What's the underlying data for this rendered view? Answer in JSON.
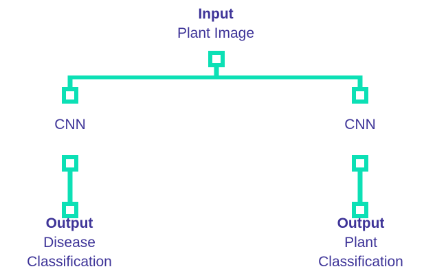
{
  "colors": {
    "connector": "#0ce0b5",
    "text": "#3e3498",
    "background": "#ffffff"
  },
  "diagram": {
    "input": {
      "title": "Input",
      "subtitle": "Plant Image"
    },
    "branches": [
      {
        "node": "CNN",
        "output": {
          "title": "Output",
          "line1": "Disease",
          "line2": "Classification"
        }
      },
      {
        "node": "CNN",
        "output": {
          "title": "Output",
          "line1": "Plant",
          "line2": "Classification"
        }
      }
    ]
  }
}
